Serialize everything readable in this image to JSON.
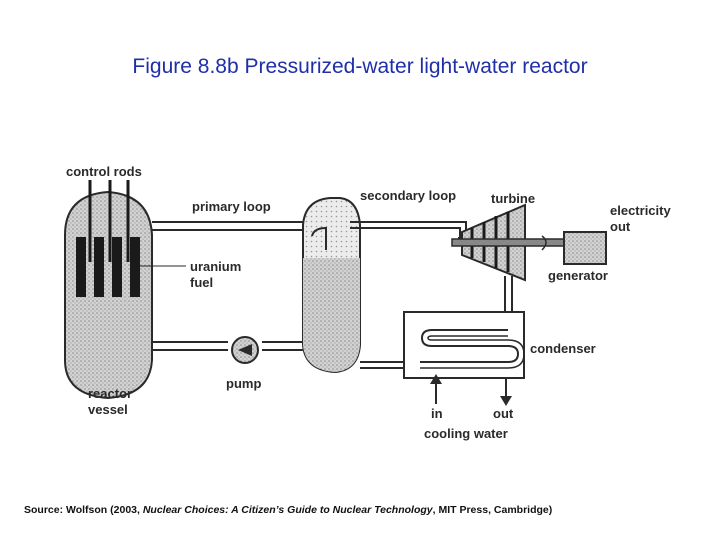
{
  "title": "Figure 8.8b  Pressurized-water light-water reactor",
  "labels": {
    "control_rods": "control rods",
    "primary_loop": "primary loop",
    "secondary_loop": "secondary loop",
    "turbine": "turbine",
    "electricity_out_1": "electricity",
    "electricity_out_2": "out",
    "uranium_fuel_1": "uranium",
    "uranium_fuel_2": "fuel",
    "generator": "generator",
    "condenser": "condenser",
    "reactor_vessel_1": "reactor",
    "reactor_vessel_2": "vessel",
    "pump": "pump",
    "in": "in",
    "out": "out",
    "cooling_water": "cooling water"
  },
  "source": {
    "prefix": "Source: Wolfson (2003, ",
    "book": "Nuclear Choices: A Citizen’s Guide to Nuclear Technology",
    "suffix": ", MIT Press, Cambridge)"
  },
  "colors": {
    "title": "#1f2fa8",
    "ink": "#2a2a2a",
    "fill_gray": "#c8c8c8"
  },
  "icons": [
    "pump-icon",
    "generator-icon",
    "turbine-icon",
    "arrow-in-icon",
    "arrow-out-icon"
  ]
}
